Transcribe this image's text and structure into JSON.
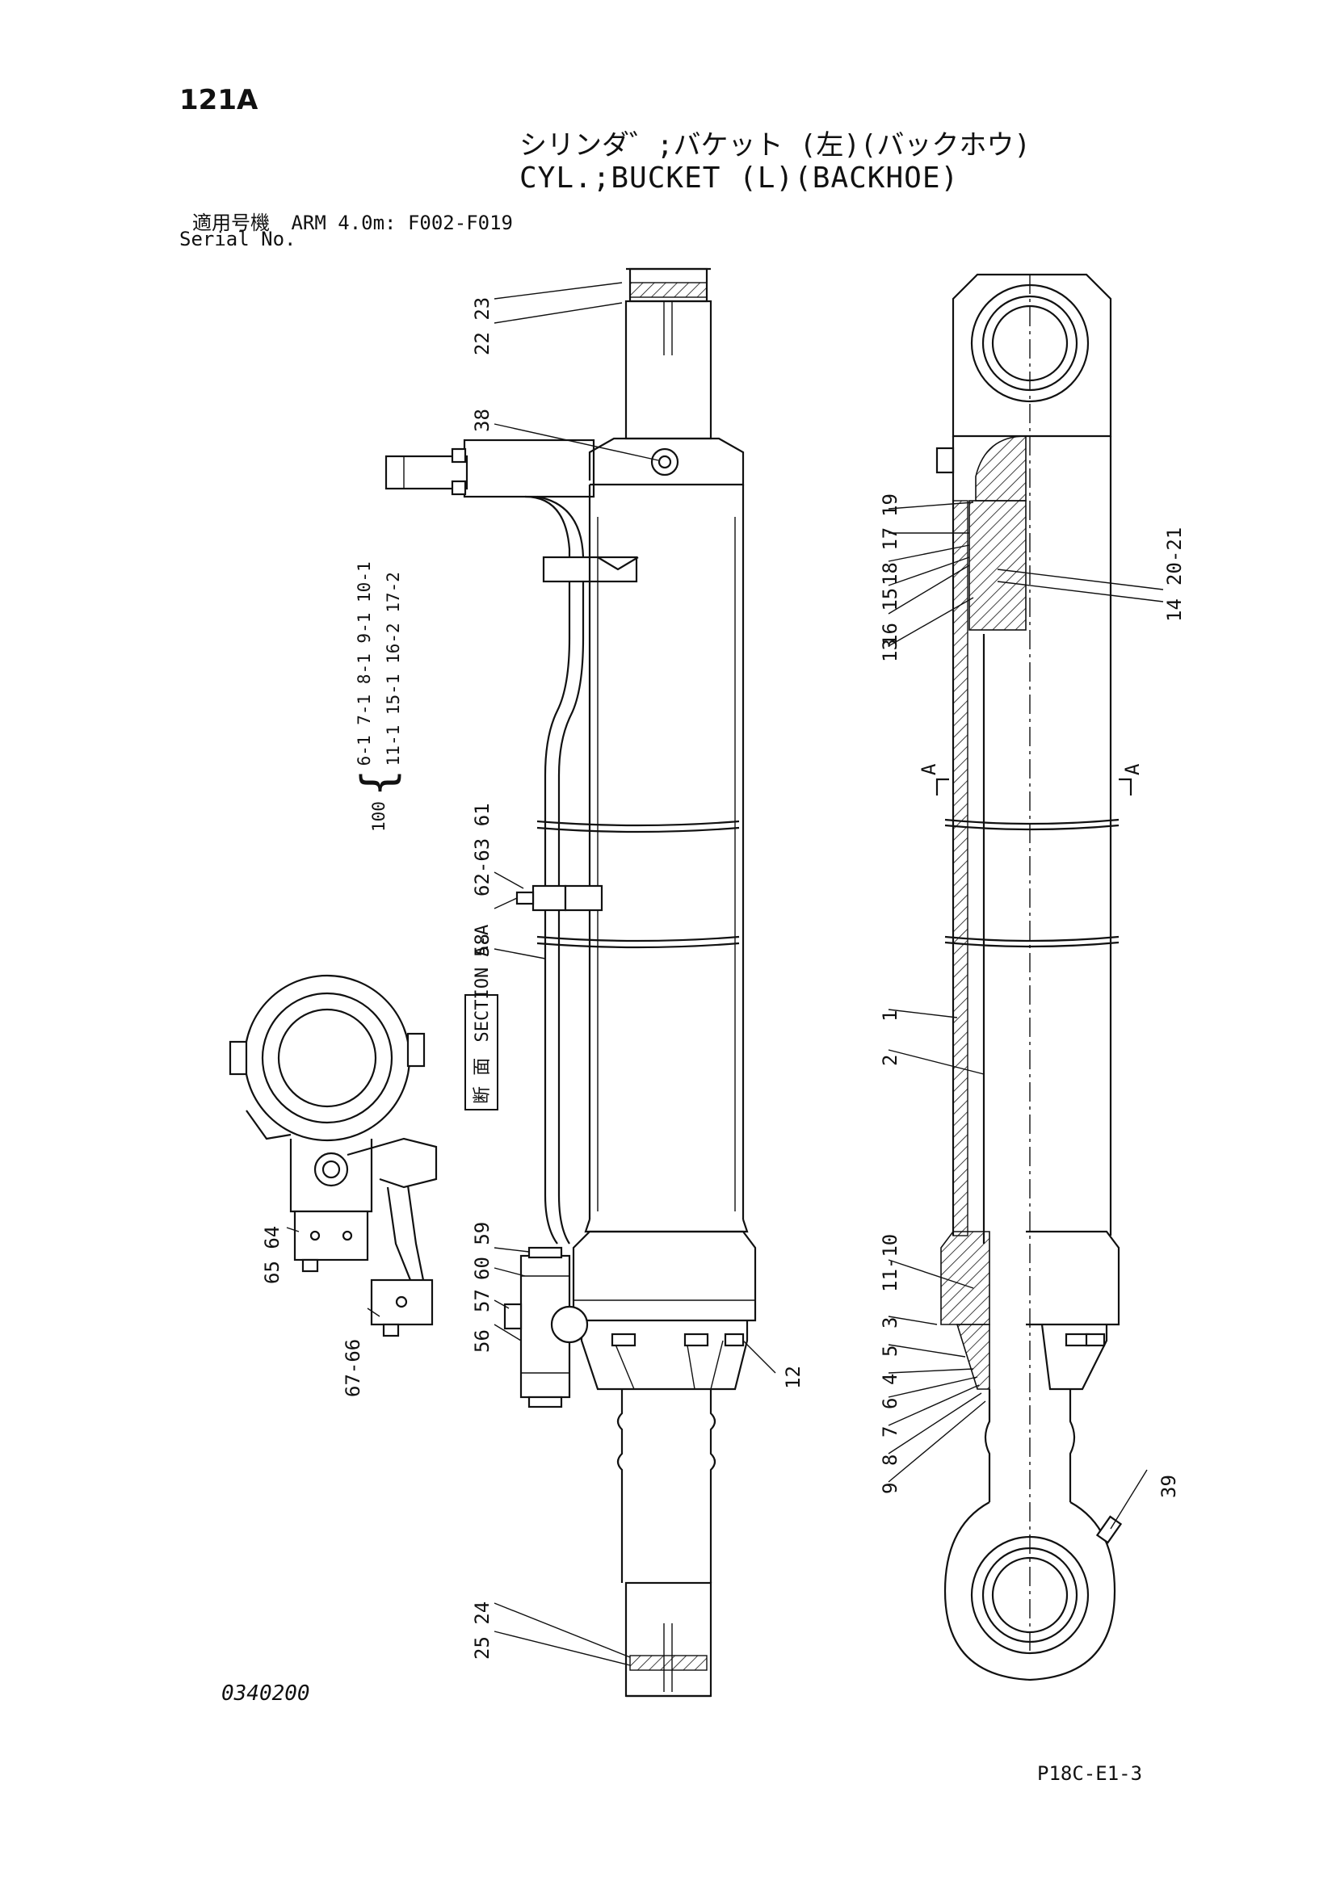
{
  "page_number": "121A",
  "title_jp": "シリンダ゛;バケット (左)(バックホウ)",
  "title_en": "CYL.;BUCKET (L)(BACKHOE)",
  "applicability_label_jp": "適用号機",
  "applicability_value": "ARM 4.0m: F002-F019",
  "serial_label": "Serial No.",
  "drawing_number": "0340200",
  "sheet_code": "P18C-E1-3",
  "section_label_jp": "断 面",
  "section_label_en": "SECTION A-A",
  "section_markers": [
    "A",
    "A"
  ],
  "kit_group": {
    "number": "100",
    "items_col1": [
      "6-1",
      "7-1",
      "8-1",
      "9-1",
      "10-1"
    ],
    "items_col2": [
      "11-1",
      "15-1",
      "16-2",
      "17-2"
    ]
  },
  "callouts": {
    "22_23": "22 23",
    "38": "38",
    "62_63_61": "62-63 61",
    "58": "58",
    "60_59": "60 59",
    "57": "57",
    "56": "56",
    "12": "12",
    "25_24": "25 24",
    "65_64": "65 64",
    "67_66": "67-66",
    "19": "19",
    "18_17": "18 17",
    "16_15": "16 15",
    "13": "13",
    "20_21": "20-21",
    "14": "14",
    "1": "1",
    "2": "2",
    "11_10": "11-10",
    "3": "3",
    "5": "5",
    "4": "4",
    "6": "6",
    "7": "7",
    "8": "8",
    "9": "9",
    "39": "39"
  }
}
